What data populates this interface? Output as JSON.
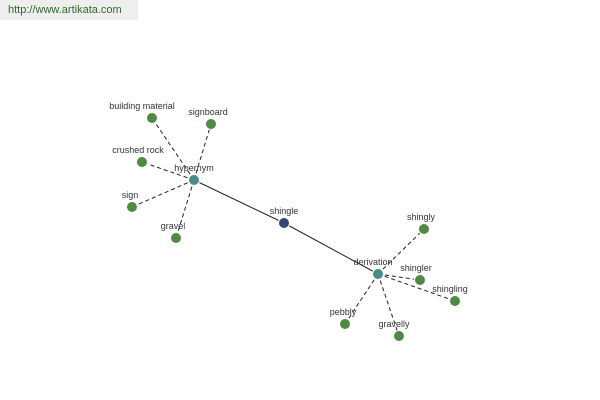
{
  "watermark": {
    "url": "http://www.artikata.com"
  },
  "colors": {
    "center_node": "#33457a",
    "hub_node": "#4a8a8a",
    "leaf_node": "#4f8a45",
    "node_stroke": "#ffffff",
    "edge": "#222222",
    "label": "#333333"
  },
  "graph": {
    "center": {
      "id": "shingle",
      "label": "shingle"
    },
    "hubs": [
      {
        "id": "hypernym",
        "label": "hypernym",
        "edge_to_center": "solid"
      },
      {
        "id": "derivation",
        "label": "derivation",
        "edge_to_center": "solid"
      }
    ],
    "leaves": [
      {
        "id": "building-material",
        "label": "building material",
        "hub": "hypernym"
      },
      {
        "id": "signboard",
        "label": "signboard",
        "hub": "hypernym"
      },
      {
        "id": "crushed-rock",
        "label": "crushed rock",
        "hub": "hypernym"
      },
      {
        "id": "sign",
        "label": "sign",
        "hub": "hypernym"
      },
      {
        "id": "gravel",
        "label": "gravel",
        "hub": "hypernym"
      },
      {
        "id": "shingly",
        "label": "shingly",
        "hub": "derivation"
      },
      {
        "id": "shingler",
        "label": "shingler",
        "hub": "derivation"
      },
      {
        "id": "shingling",
        "label": "shingling",
        "hub": "derivation"
      },
      {
        "id": "pebbly",
        "label": "pebbly",
        "hub": "derivation"
      },
      {
        "id": "gravelly",
        "label": "gravelly",
        "hub": "derivation"
      }
    ]
  }
}
